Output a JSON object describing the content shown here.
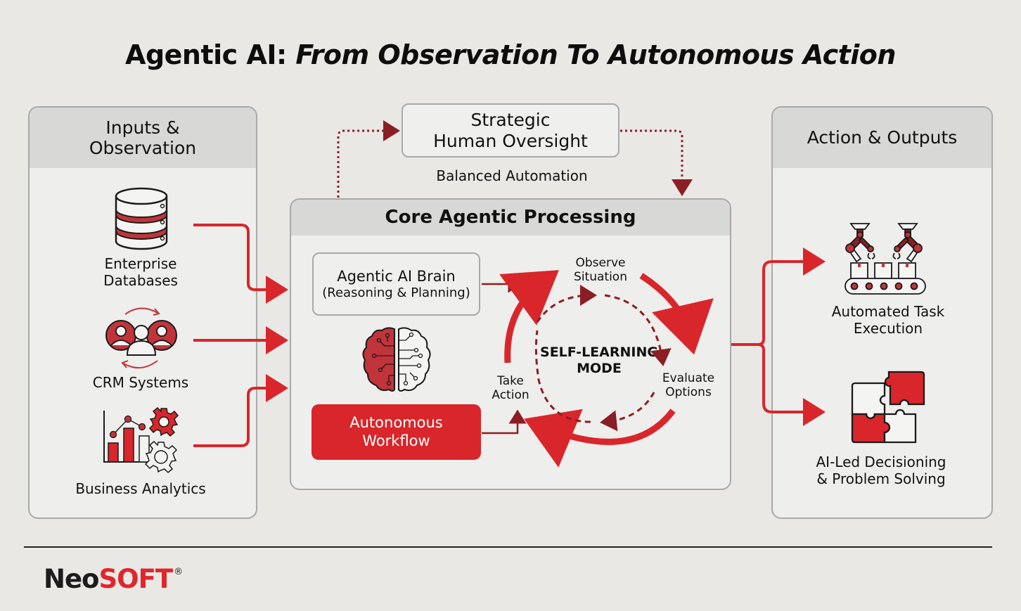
{
  "title": {
    "regular": "Agentic AI: ",
    "italic": "From Observation To Autonomous Action"
  },
  "inputs_panel": {
    "heading_line1": "Inputs &",
    "heading_line2": "Observation",
    "items": [
      {
        "icon": "database-icon",
        "line1": "Enterprise",
        "line2": "Databases"
      },
      {
        "icon": "crm-people-icon",
        "line1": "CRM Systems"
      },
      {
        "icon": "analytics-gears-icon",
        "line1": "Business Analytics"
      }
    ]
  },
  "oversight": {
    "line1": "Strategic",
    "line2": "Human Oversight",
    "caption": "Balanced Automation"
  },
  "core_panel": {
    "heading": "Core Agentic Processing",
    "brain_box": {
      "line1": "Agentic AI Brain",
      "line2": "(Reasoning & Planning)"
    },
    "brain_icon": "brain-circuit-icon",
    "workflow_button": {
      "line1": "Autonomous",
      "line2": "Workflow"
    },
    "cycle": {
      "center_line1": "SELF-LEARNING",
      "center_line2": "MODE",
      "steps": [
        {
          "line1": "Observe",
          "line2": "Situation"
        },
        {
          "line1": "Evaluate",
          "line2": "Options"
        },
        {
          "line1": "Take",
          "line2": "Action"
        }
      ]
    }
  },
  "outputs_panel": {
    "heading": "Action & Outputs",
    "items": [
      {
        "icon": "robotic-arms-conveyor-icon",
        "line1": "Automated Task",
        "line2": "Execution"
      },
      {
        "icon": "puzzle-icon",
        "line1": "AI-Led Decisioning",
        "line2": "& Problem Solving"
      }
    ]
  },
  "footer": {
    "logo_part1": "Neo",
    "logo_part2": "SOFT",
    "logo_mark": "®"
  },
  "colors": {
    "accent_red": "#d8262b",
    "dark_red": "#8b1e24",
    "background": "#e9e8e5",
    "panel_border": "#a9a9a9",
    "panel_header": "#d8d8d7"
  }
}
